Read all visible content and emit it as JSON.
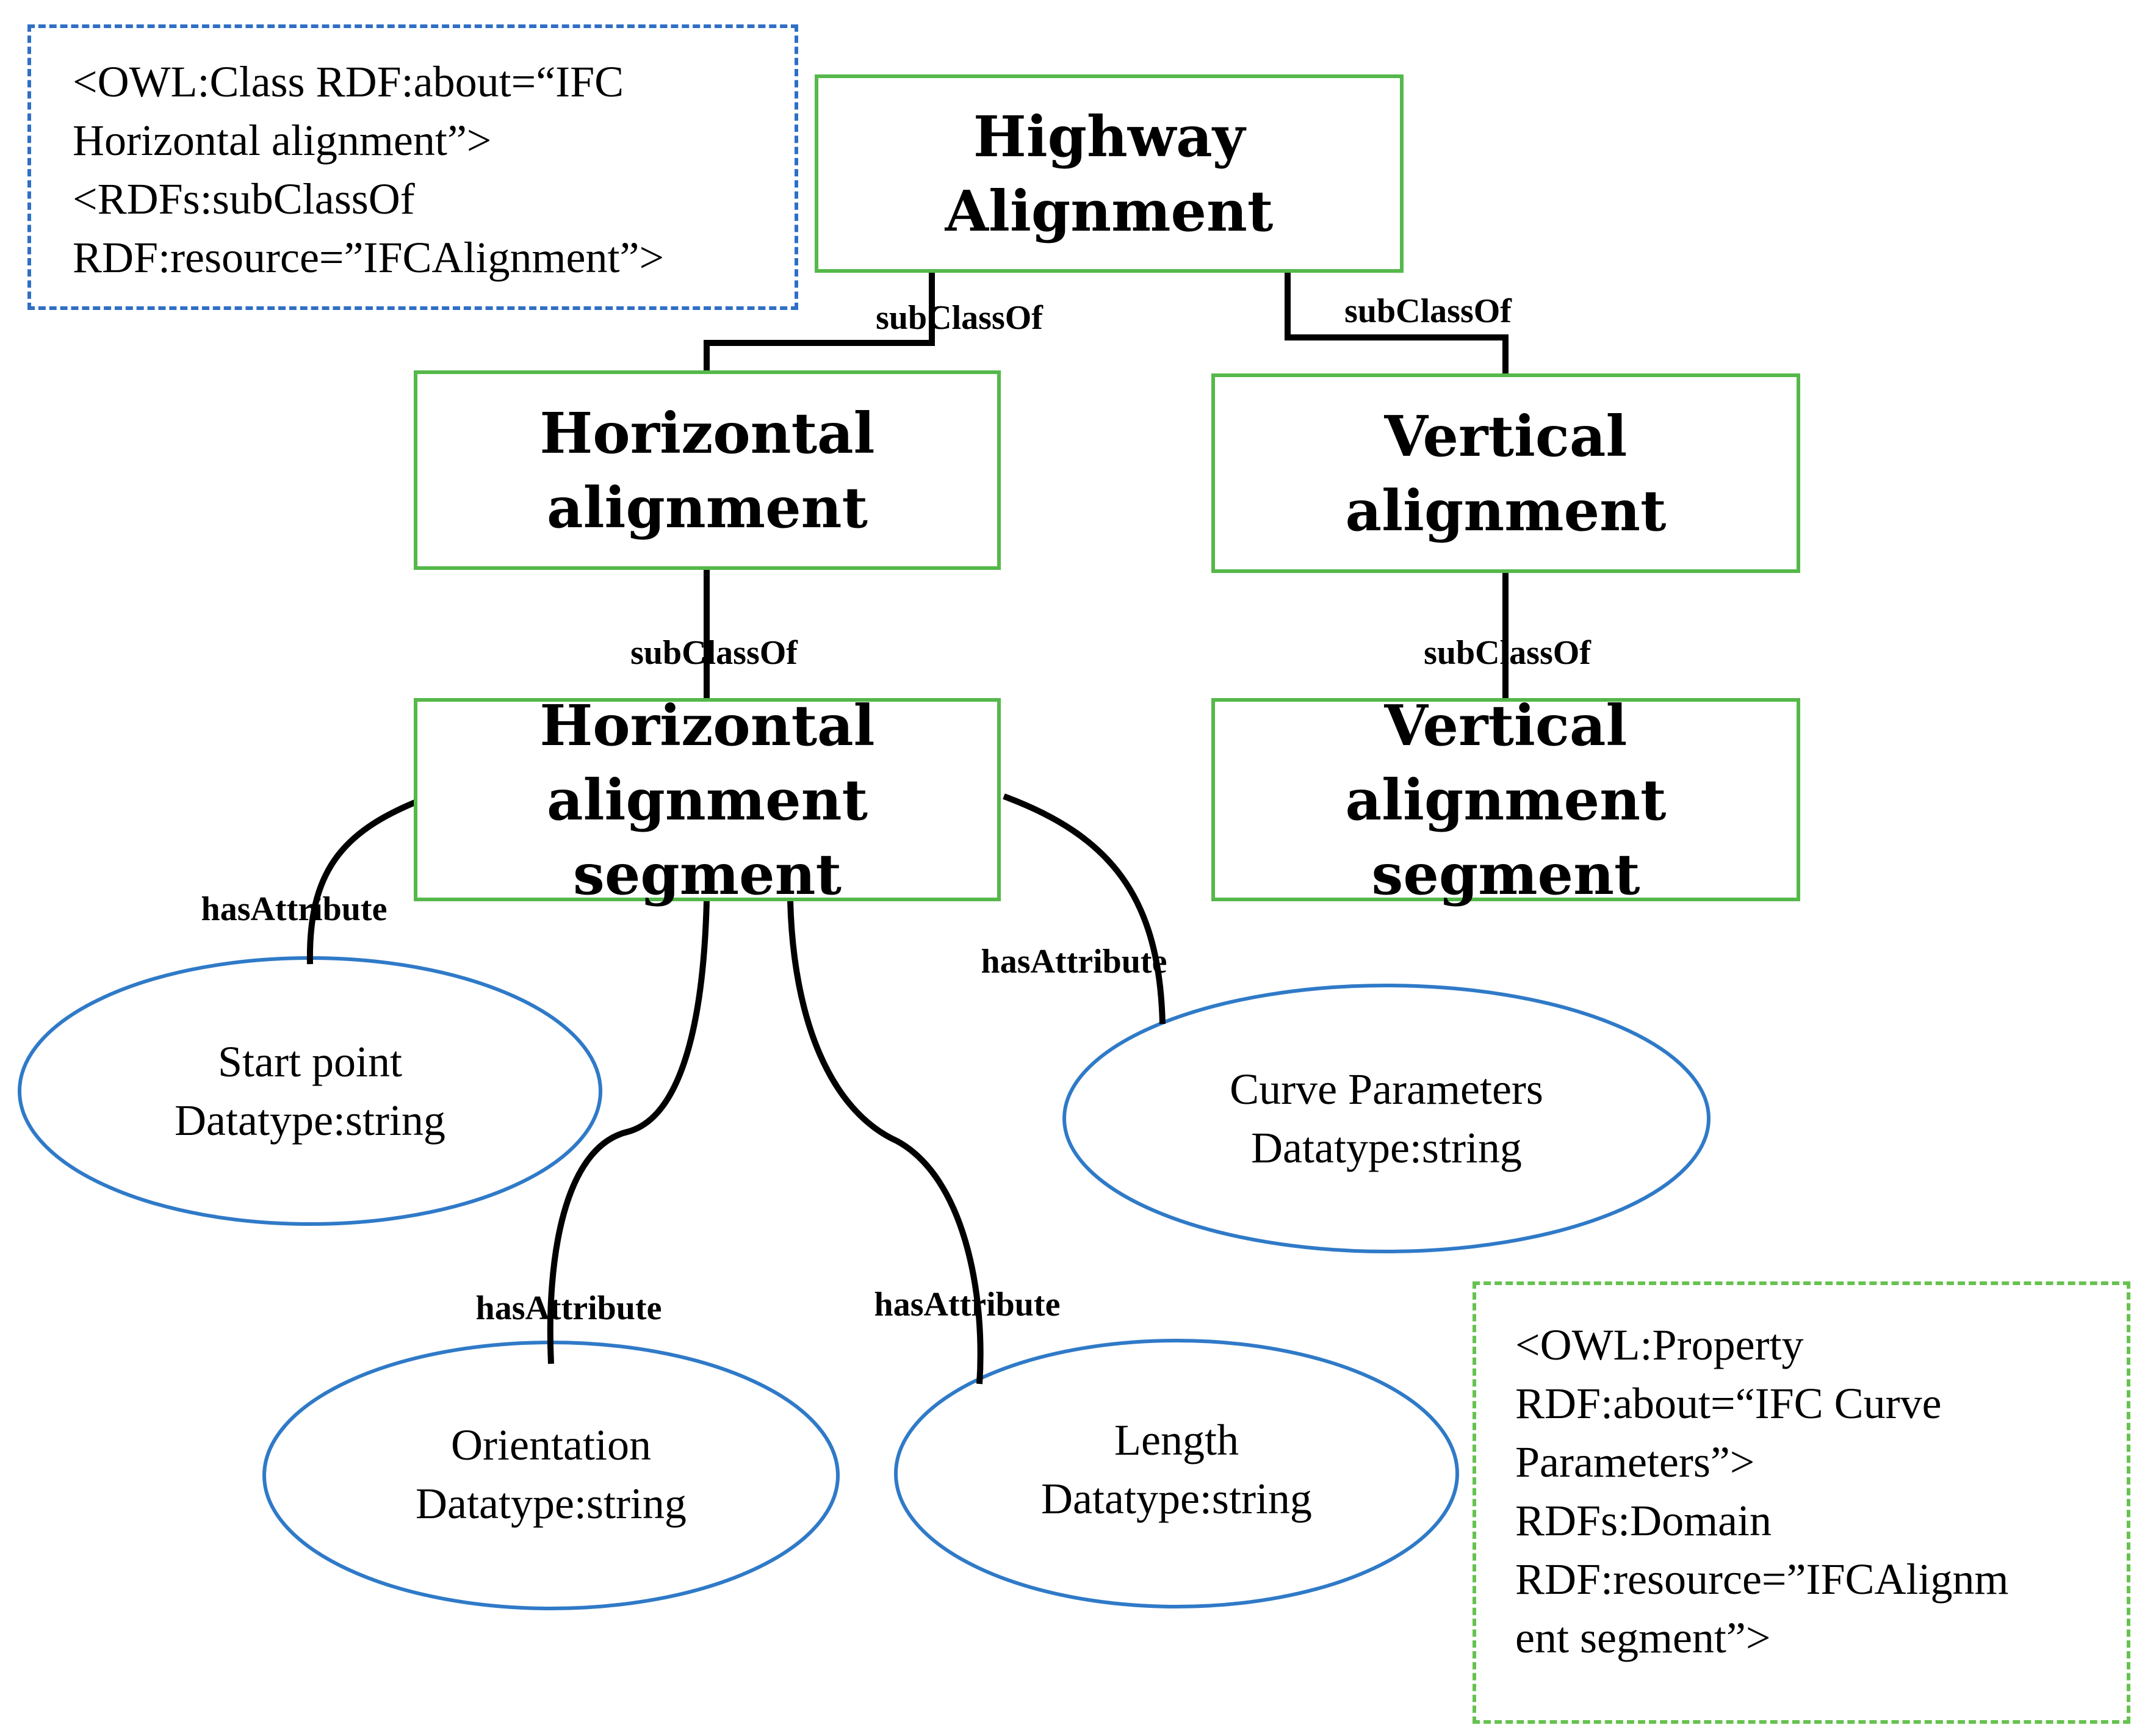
{
  "nodes": {
    "highway_alignment": [
      "Highway",
      "Alignment"
    ],
    "horizontal_alignment": [
      "Horizontal",
      "alignment"
    ],
    "vertical_alignment": [
      "Vertical",
      "alignment"
    ],
    "horizontal_alignment_segment": [
      "Horizontal",
      "alignment segment"
    ],
    "vertical_alignment_segment": [
      "Vertical alignment",
      "segment"
    ]
  },
  "attributes": {
    "start_point": [
      "Start point",
      "Datatype:string"
    ],
    "orientation": [
      "Orientation",
      "Datatype:string"
    ],
    "length": [
      "Length",
      "Datatype:string"
    ],
    "curve_parameters": [
      "Curve Parameters",
      "Datatype:string"
    ]
  },
  "edges": {
    "subclass_label": "subClassOf",
    "attribute_label": "hasAttribute"
  },
  "notes": {
    "owl_class": [
      "<OWL:Class RDF:about=“IFC",
      "Horizontal alignment”>",
      "<RDFs:subClassOf",
      "RDF:resource=”IFCAlignment”>"
    ],
    "owl_property": [
      "<OWL:Property",
      "RDF:about=“IFC Curve",
      "Parameters”>",
      "RDFs:Domain",
      "RDF:resource=”IFCAlignm",
      "ent segment”>"
    ]
  },
  "colors": {
    "class_border": "#55b84a",
    "attribute_border": "#2f7ac8",
    "note_class_border": "#2f6fc4",
    "note_property_border": "#66c24f",
    "arrow": "#000000"
  }
}
